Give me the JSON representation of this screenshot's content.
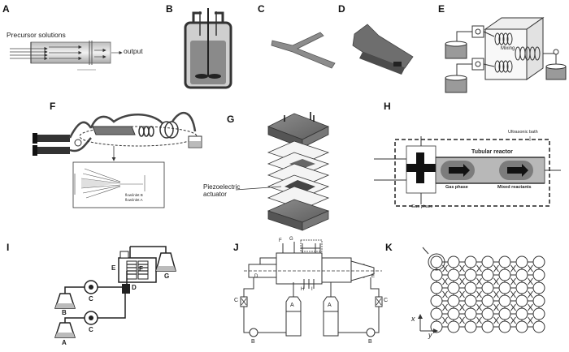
{
  "panels": {
    "A": {
      "letter": "A",
      "precursor_label": "Precursor solutions",
      "output_label": "output"
    },
    "B": {
      "letter": "B"
    },
    "C": {
      "letter": "C"
    },
    "D": {
      "letter": "D"
    },
    "E": {
      "letter": "E",
      "mixing_label": "Mixing"
    },
    "F": {
      "letter": "F",
      "inlet_b_label": "flow/inlet B",
      "inlet_a_label": "flow/inlet A"
    },
    "G": {
      "letter": "G",
      "actuator_label": "Piezoelectric\nactuator"
    },
    "H": {
      "letter": "H",
      "ultrasonic_label": "Ultrasonic bath",
      "reactor_label": "Tubular reactor",
      "gas_phase_label": "Gas phase",
      "mixed_label": "Mixed reactants",
      "gas_phase_bottom_label": "Gas phase"
    },
    "I": {
      "letter": "I",
      "labels": {
        "A": "A",
        "B": "B",
        "C1": "C",
        "C2": "C",
        "D": "D",
        "E": "E",
        "F": "F",
        "G": "G"
      }
    },
    "J": {
      "letter": "J",
      "labels": {
        "A1": "A",
        "A2": "A",
        "B1": "B",
        "B2": "B",
        "C1": "C",
        "C2": "C",
        "D": "D",
        "E": "E",
        "F": "F",
        "G": "G",
        "H": "H",
        "I": "I"
      }
    },
    "K": {
      "letter": "K",
      "axis_x": "x",
      "axis_y": "y"
    }
  }
}
